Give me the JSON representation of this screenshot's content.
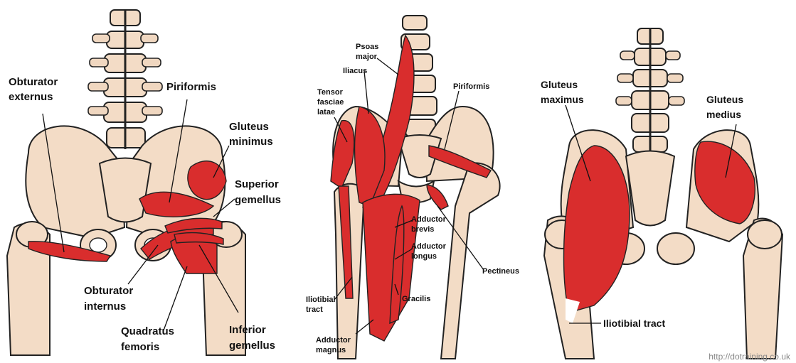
{
  "panel_left": {
    "labels": {
      "obturator_externus_1": "Obturator",
      "obturator_externus_2": "externus",
      "piriformis": "Piriformis",
      "gluteus_minimus_1": "Gluteus",
      "gluteus_minimus_2": "minimus",
      "superior_gemellus_1": "Superior",
      "superior_gemellus_2": "gemellus",
      "obturator_internus_1": "Obturator",
      "obturator_internus_2": "internus",
      "quadratus_femoris_1": "Quadratus",
      "quadratus_femoris_2": "femoris",
      "inferior_gemellus_1": "Inferior",
      "inferior_gemellus_2": "gemellus"
    }
  },
  "panel_middle": {
    "labels": {
      "psoas_major_1": "Psoas",
      "psoas_major_2": "major",
      "iliacus": "Iliacus",
      "tensor_fasciae_latae_1": "Tensor",
      "tensor_fasciae_latae_2": "fasciae",
      "tensor_fasciae_latae_3": "latae",
      "piriformis": "Piriformis",
      "adductor_brevis_1": "Adductor",
      "adductor_brevis_2": "brevis",
      "adductor_longus_1": "Adductor",
      "adductor_longus_2": "longus",
      "pectineus": "Pectineus",
      "iliotibial_tract_1": "Iliotibial",
      "iliotibial_tract_2": "tract",
      "gracilis": "Gracilis",
      "adductor_magnus_1": "Adductor",
      "adductor_magnus_2": "magnus"
    }
  },
  "panel_right": {
    "labels": {
      "gluteus_maximus_1": "Gluteus",
      "gluteus_maximus_2": "maximus",
      "gluteus_medius_1": "Gluteus",
      "gluteus_medius_2": "medius",
      "iliotibial_tract": "Iliotibial tract"
    }
  },
  "credit": "http://dotraining.co.uk",
  "colors": {
    "muscle": "#d92d2d",
    "bone": "#f3dcc6",
    "outline": "#222222",
    "background": "#ffffff"
  }
}
